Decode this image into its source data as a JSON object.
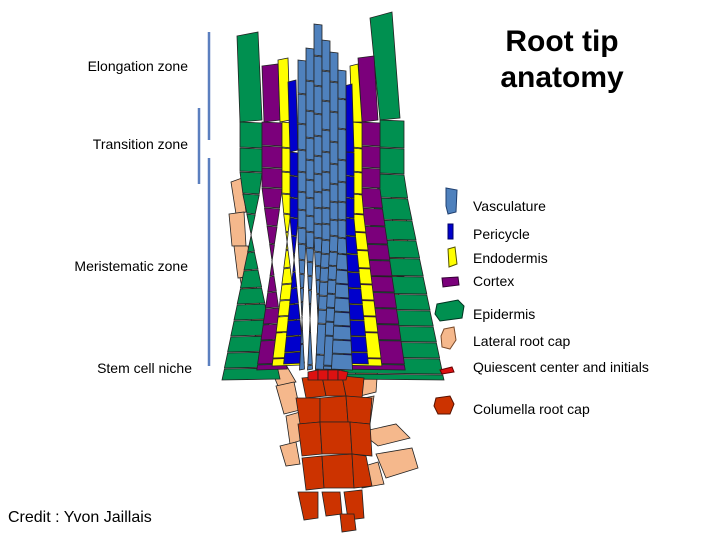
{
  "title": {
    "line1": "Root tip",
    "line2": "anatomy"
  },
  "zones": [
    {
      "label": "Elongation zone"
    },
    {
      "label": "Transition zone"
    },
    {
      "label": "Meristematic zone"
    },
    {
      "label": "Stem cell niche"
    }
  ],
  "legend": [
    {
      "label": "Vasculature",
      "color": "#4f81bd",
      "icon": "vasculature-cell-icon"
    },
    {
      "label": "Pericycle",
      "color": "#0000cc",
      "icon": "pericycle-cell-icon"
    },
    {
      "label": "Endodermis",
      "color": "#ffff00",
      "icon": "endodermis-cell-icon"
    },
    {
      "label": "Cortex",
      "color": "#7b007b",
      "icon": "cortex-cell-icon"
    },
    {
      "label": "Epidermis",
      "color": "#009050",
      "icon": "epidermis-cell-icon"
    },
    {
      "label": "Lateral root cap",
      "color": "#f5b88c",
      "icon": "lateral-root-cap-cell-icon"
    },
    {
      "label": "Quiescent center and initials",
      "color": "#dd1111",
      "icon": "quiescent-center-cell-icon"
    },
    {
      "label": "Columella root cap",
      "color": "#cc3300",
      "icon": "columella-cell-icon"
    }
  ],
  "credit": "Credit : Yvon Jaillais"
}
